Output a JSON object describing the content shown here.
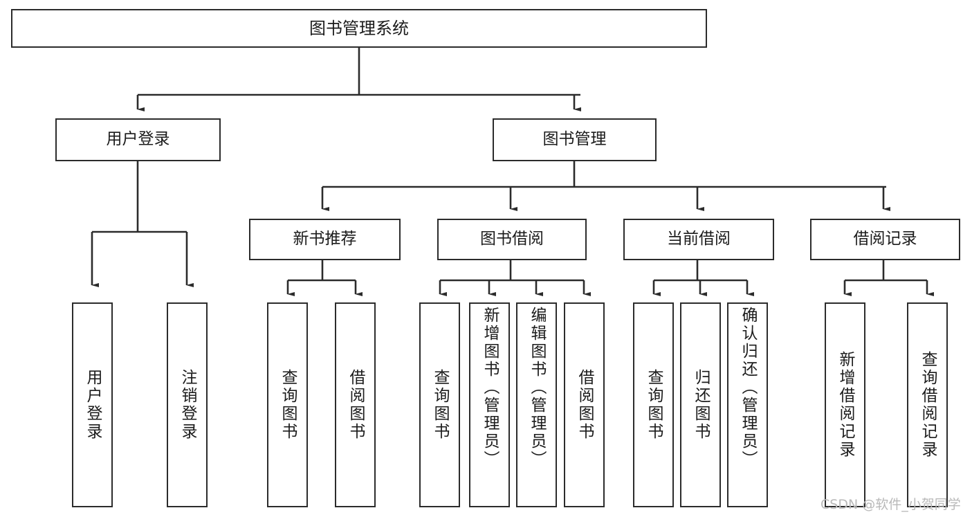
{
  "diagram": {
    "title": "图书管理系统",
    "type": "tree-hierarchy-functional-decomposition",
    "root": {
      "label": "图书管理系统"
    },
    "level2": [
      {
        "id": "user-login",
        "label": "用户登录"
      },
      {
        "id": "book-management",
        "label": "图书管理"
      }
    ],
    "level3": [
      {
        "id": "new-book-recommend",
        "label": "新书推荐",
        "parent": "book-management"
      },
      {
        "id": "book-borrow",
        "label": "图书借阅",
        "parent": "book-management"
      },
      {
        "id": "current-borrow",
        "label": "当前借阅",
        "parent": "book-management"
      },
      {
        "id": "borrow-record",
        "label": "借阅记录",
        "parent": "book-management"
      }
    ],
    "leaves": [
      {
        "id": "leaf-user-login",
        "label": "用户登录",
        "parent": "user-login"
      },
      {
        "id": "leaf-logout",
        "label": "注销登录",
        "parent": "user-login"
      },
      {
        "id": "leaf-query-book-1",
        "label": "查询图书",
        "parent": "new-book-recommend"
      },
      {
        "id": "leaf-borrow-book-1",
        "label": "借阅图书",
        "parent": "new-book-recommend"
      },
      {
        "id": "leaf-query-book-2",
        "label": "查询图书",
        "parent": "book-borrow"
      },
      {
        "id": "leaf-add-book",
        "label": "新增图书（管理员）",
        "parent": "book-borrow"
      },
      {
        "id": "leaf-edit-book",
        "label": "编辑图书（管理员）",
        "parent": "book-borrow"
      },
      {
        "id": "leaf-borrow-book-2",
        "label": "借阅图书",
        "parent": "book-borrow"
      },
      {
        "id": "leaf-query-book-3",
        "label": "查询图书",
        "parent": "current-borrow"
      },
      {
        "id": "leaf-return-book",
        "label": "归还图书",
        "parent": "current-borrow"
      },
      {
        "id": "leaf-confirm-return",
        "label": "确认归还（管理员）",
        "parent": "current-borrow"
      },
      {
        "id": "leaf-add-record",
        "label": "新增借阅记录",
        "parent": "borrow-record"
      },
      {
        "id": "leaf-query-record",
        "label": "查询借阅记录",
        "parent": "borrow-record"
      }
    ],
    "colors": {
      "stroke": "#2b2b2b",
      "fill": "#ffffff",
      "text": "#1b1b1b",
      "watermark": "#b9b9b9"
    }
  },
  "watermark": {
    "text": "CSDN @软件_小贺同学"
  }
}
